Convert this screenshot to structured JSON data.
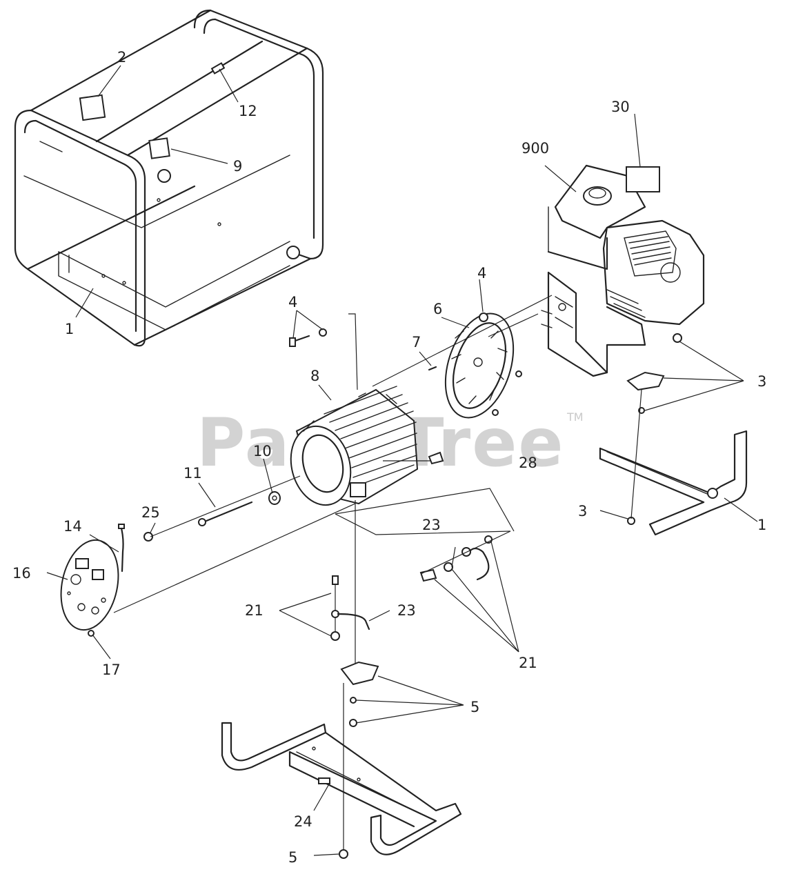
{
  "watermark": {
    "text": "PartsTree",
    "trademark": "TM"
  },
  "callouts": {
    "c1a": "1",
    "c1b": "1",
    "c2": "2",
    "c3a": "3",
    "c3b": "3",
    "c4a": "4",
    "c4b": "4",
    "c5a": "5",
    "c5b": "5",
    "c6": "6",
    "c7": "7",
    "c8": "8",
    "c9": "9",
    "c10": "10",
    "c11": "11",
    "c12": "12",
    "c14": "14",
    "c16": "16",
    "c17": "17",
    "c21a": "21",
    "c21b": "21",
    "c23a": "23",
    "c23b": "23",
    "c24": "24",
    "c25": "25",
    "c28": "28",
    "c30": "30",
    "c900": "900"
  }
}
